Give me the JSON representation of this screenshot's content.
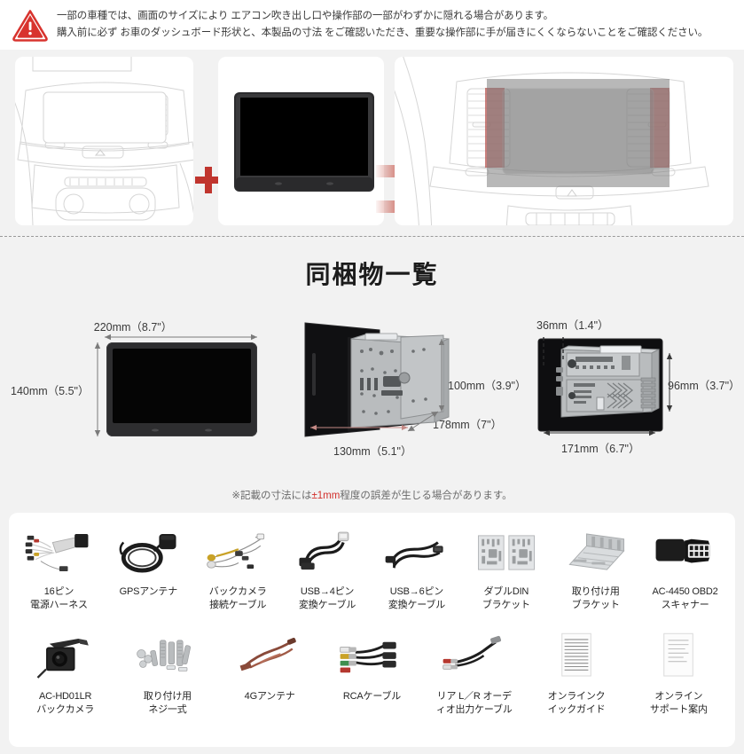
{
  "warning": {
    "icon": "warning-triangle-icon",
    "line1": "一部の車種では、画面のサイズにより エアコン吹き出し口や操作部の一部がわずかに隠れる場合があります。",
    "line2": "購入前に必ず お車のダッシュボード形状と、本製品の寸法 をご確認いただき、重要な操作部に手が届きにくくならないことをご確認ください。",
    "accent_color": "#d8332e"
  },
  "panels": {
    "dashboard_panel": "car-dashboard-illustration",
    "monitor_panel": "car-monitor-product",
    "fitted_panel": "monitor-fitted-on-dashboard-illustration",
    "plus_symbol": "+",
    "arrow_count": 2,
    "arrow_color": "#c0392b",
    "highlight_color": "#b5504c"
  },
  "section": {
    "title": "同梱物一覧"
  },
  "dimensions": {
    "front": {
      "name": "monitor-front-view",
      "width_label": "220mm（8.7\"）",
      "height_label": "140mm（5.5\"）"
    },
    "back_bracket": {
      "name": "monitor-with-double-din-bracket",
      "height_label": "100mm（3.9\"）",
      "depth_label": "178mm（7\"）",
      "width_label": "130mm（5.1\"）"
    },
    "back_unit": {
      "name": "monitor-rear-unit",
      "depth_label": "36mm（1.4\"）",
      "height_label": "96mm（3.7\"）",
      "width_label": "171mm（6.7\"）"
    },
    "note_prefix": "※記載の寸法には",
    "note_highlight": "±1mm",
    "note_suffix": "程度の誤差が生じる場合があります。"
  },
  "accessories": {
    "row1": [
      {
        "icon": "wire-harness-icon",
        "label": "16ピン\n電源ハーネス"
      },
      {
        "icon": "gps-antenna-icon",
        "label": "GPSアンテナ"
      },
      {
        "icon": "backup-camera-cable-icon",
        "label": "バックカメラ\n接続ケーブル"
      },
      {
        "icon": "usb-4pin-cable-icon",
        "label": "USB→4ピン\n変換ケーブル"
      },
      {
        "icon": "usb-6pin-cable-icon",
        "label": "USB→6ピン\n変換ケーブル"
      },
      {
        "icon": "double-din-bracket-icon",
        "label": "ダブルDIN\nブラケット"
      },
      {
        "icon": "mounting-bracket-icon",
        "label": "取り付け用\nブラケット"
      },
      {
        "icon": "obd2-scanner-icon",
        "label": "AC-4450 OBD2\nスキャナー"
      }
    ],
    "row2": [
      {
        "icon": "rear-camera-icon",
        "label": "AC-HD01LR\nバックカメラ"
      },
      {
        "icon": "screw-set-icon",
        "label": "取り付け用\nネジ一式"
      },
      {
        "icon": "4g-antenna-icon",
        "label": "4Gアンテナ"
      },
      {
        "icon": "rca-cable-icon",
        "label": "RCAケーブル"
      },
      {
        "icon": "rear-audio-cable-icon",
        "label": "リア L／R オーデ\nィオ出力ケーブル"
      },
      {
        "icon": "quick-guide-doc-icon",
        "label": "オンラインク\nイックガイド"
      },
      {
        "icon": "support-doc-icon",
        "label": "オンライン\nサポート案内"
      }
    ]
  }
}
